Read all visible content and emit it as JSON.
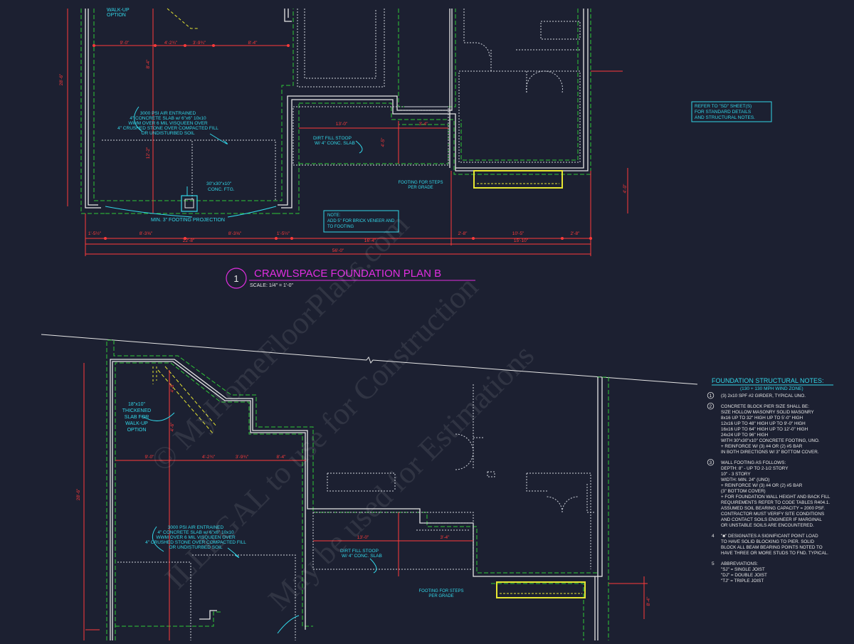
{
  "plan_b": {
    "title": "CRAWLSPACE FOUNDATION PLAN B",
    "number": "1",
    "scale": "SCALE: 1/4\" = 1'-0\"",
    "top_cut_label": "OPTION",
    "top_partial_label": "WALK-UP",
    "slab_note": [
      "3000 PSI AIR ENTRAINED",
      "4\" CONCRETE SLAB w/ 6\"x6\" 10x10",
      "WWM OVER 6 MIL VISQUEEN OVER",
      "4\" CRUSHED STONE OVER COMPACTED FILL",
      "OR UNDISTURBED SOIL"
    ],
    "stoop_note": [
      "DIRT FILL STOOP",
      "W/ 4\" CONC. SLAB"
    ],
    "footing_pad": [
      "30\"x30\"x10\"",
      "CONC. FTG."
    ],
    "projection_note": "MIN. 3\" FOOTING PROJECTION",
    "steps_note": [
      "FOOTING FOR STEPS",
      "PER GRADE"
    ],
    "veneer_note": [
      "NOTE:",
      "ADD 5\" FOR BRICK VENEER AND",
      "TO FOOTING"
    ],
    "dims_top": [
      "9'-0\"",
      "4'-2¾\"",
      "3'-9¾\"",
      "8'-4\""
    ],
    "dims_bottom": [
      "1'-5½\"",
      "8'-3⅝\"",
      "8'-3⅝\"",
      "1'-5½\"",
      "2'-8\"",
      "10'-5\"",
      "2'-8\""
    ],
    "dims_sub": [
      "22'-8\"",
      "16'-4\"",
      "15'-10\""
    ],
    "dim_overall": "56'-0\"",
    "dim_left": "28'-6\"",
    "dim_stoop": "13'-0\"",
    "dim_stoop2": "3'-4\"",
    "dim_vert": [
      "12'-2\"",
      "8'-4\"",
      "4'-0\"",
      "4'-5\""
    ]
  },
  "plan_lower": {
    "walkup_note": [
      "18\"x10\"",
      "THICKENED",
      "SLAB FOR",
      "WALK-UP",
      "OPTION"
    ],
    "slab_note": [
      "3000 PSI AIR ENTRAINED",
      "4\" CONCRETE SLAB w/ 6\"x6\" 10x10",
      "WWM OVER 6 MIL VISQUEEN OVER",
      "4\" CRUSHED STONE OVER COMPACTED FILL",
      "OR UNDISTURBED SOIL"
    ],
    "stoop_note": [
      "DIRT FILL STOOP",
      "W/ 4\" CONC. SLAB"
    ],
    "steps_note": [
      "FOOTING FOR STEPS",
      "PER GRADE"
    ],
    "dims_top": [
      "9'-0\"",
      "4'-2¾\"",
      "3'-9¾\"",
      "8'-4\""
    ],
    "dim_left": "28'-6\"",
    "dim_stoop": "13'-0\"",
    "dim_stoop2": "3'-4\"",
    "dim_vert": [
      "4'-6\"",
      "4'-6\"",
      "8'-4\""
    ]
  },
  "refer_note": [
    "REFER TO \"SD\" SHEET(S)",
    "FOR STANDARD DETAILS",
    "AND STRUCTURAL NOTES."
  ],
  "structural_notes": {
    "heading": "FOUNDATION STRUCTURAL NOTES:",
    "subheading": "(130 + 130 MPH WIND ZONE)",
    "items": [
      {
        "num": "1",
        "lines": [
          "(3) 2x10 SPF #2 GIRDER, TYPICAL UNO."
        ]
      },
      {
        "num": "2",
        "lines": [
          "CONCRETE BLOCK PIER SIZE SHALL BE:",
          "SIZE    HOLLOW MASONRY   SOLID MASONRY",
          "8x16      UP TO 32\" HIGH      UP TO 5'-0\" HIGH",
          "12x16     UP TO 48\" HIGH      UP TO 9'-0\" HIGH",
          "16x16     UP TO 64\" HIGH      UP TO 12'-0\" HIGH",
          "24x24     UP TO 96\" HIGH",
          "WITH 30\"x30\"x10\" CONCRETE FOOTING, UNO.",
          "+ REINFORCE W/ (3) #4 OR (2) #5 BAR",
          "IN BOTH DIRECTIONS W/ 3\" BOTTOM COVER."
        ]
      },
      {
        "num": "3",
        "lines": [
          "WALL FOOTING AS FOLLOWS:",
          "DEPTH: 8\" - UP TO 2-1/2 STORY",
          "10\" - 3 STORY",
          "WIDTH: MIN. 24\" (UNO)",
          "+ REINFORCE W/ (3) #4 OR (2) #5 BAR",
          "(3\" BOTTOM COVER)",
          "+ FOR FOUNDATION WALL HEIGHT AND BACK FILL",
          "REQUIREMENTS REFER TO CODE TABLES R404.1.",
          "ASSUMED SOIL BEARING CAPACITY = 2000 PSF.",
          "CONTRACTOR MUST VERIFY SITE CONDITIONS",
          "AND CONTACT SOILS ENGINEER IF MARGINAL",
          "OR UNSTABLE SOILS ARE ENCOUNTERED."
        ]
      },
      {
        "num": "4",
        "lines": [
          "\"■\" DESIGNATES A SIGNIFICANT POINT LOAD",
          "TO HAVE SOLID BLOCKING TO PIER. SOLID",
          "BLOCK ALL BEAM BEARING POINTS NOTED TO",
          "HAVE THREE OR MORE STUDS TO FND. TYPICAL."
        ]
      },
      {
        "num": "5",
        "lines": [
          "ABBREVIATIONS:",
          "\"SJ\" = SINGLE JOIST",
          "\"DJ\" = DOUBLE JOIST",
          "\"TJ\" = TRIPLE JOIST"
        ]
      }
    ]
  },
  "watermark": [
    "© MyHomeFloorPlans.com",
    "ILLEGAL to use for Construction",
    "May be used for Estimations"
  ],
  "colors": {
    "background": "#1c2031",
    "wall": "#e6e6e6",
    "footing": "#2ec836",
    "dimension": "#ff3a3a",
    "annotation": "#32d6e8",
    "title": "#e02ee0",
    "steps": "#e6e632"
  }
}
